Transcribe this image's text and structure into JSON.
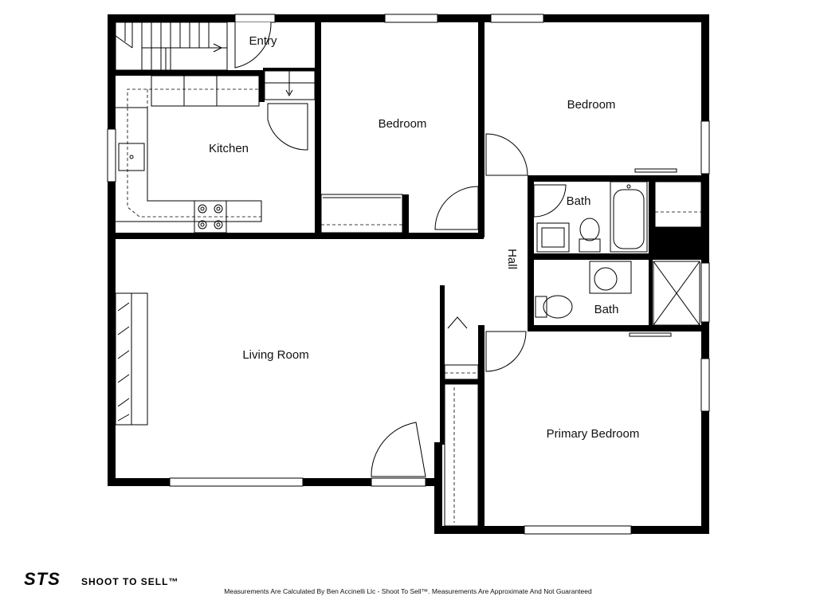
{
  "rooms": {
    "entry": "Entry",
    "kitchen": "Kitchen",
    "bedroom_1": "Bedroom",
    "bedroom_2": "Bedroom",
    "bath_1": "Bath",
    "bath_2": "Bath",
    "hall": "Hall",
    "living_room": "Living Room",
    "primary_bedroom": "Primary Bedroom"
  },
  "branding": {
    "logo_mark": "STS",
    "logo_name": "SHOOT TO SELL™",
    "disclaimer": "Measurements Are Calculated By Ben Accinelli Llc - Shoot To Sell™. Measurements Are Approximate And Not Guaranteed"
  },
  "colors": {
    "wall": "#000000",
    "background": "#ffffff"
  }
}
